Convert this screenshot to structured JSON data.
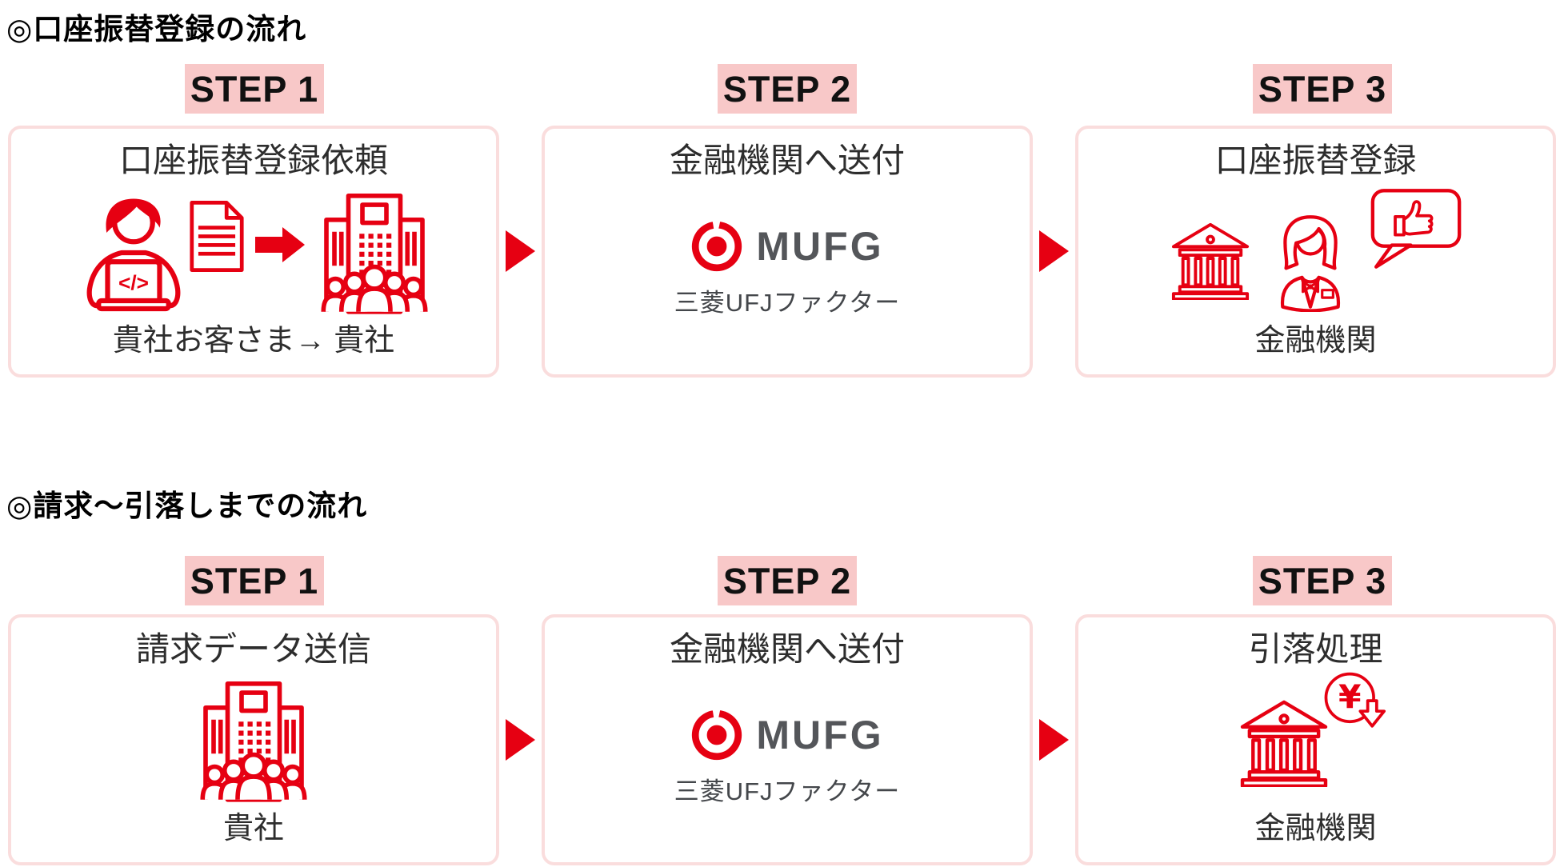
{
  "colors": {
    "icon_red": "#e60012",
    "step_highlight_pink": "#f8c8c8",
    "box_border_pink": "#fadddd",
    "mufg_wordmark_gray": "#54565a",
    "tagline_gray": "#44474b",
    "text_dark": "#2d2d2d",
    "heading_black": "#000000"
  },
  "sections": [
    {
      "title": "◎口座振替登録の流れ",
      "steps": [
        {
          "label": "STEP 1",
          "title": "口座振替登録依頼",
          "caption": "貴社お客さま→ 貴社",
          "laptop_code": "</>",
          "icons": [
            "person-laptop-icon",
            "document-icon",
            "red-arrow-icon",
            "company-building-icon"
          ]
        },
        {
          "label": "STEP 2",
          "title": "金融機関へ送付",
          "logo": {
            "wordmark": "MUFG",
            "tagline": "三菱UFJファクター"
          },
          "icons": [
            "mufg-logo-icon"
          ]
        },
        {
          "label": "STEP 3",
          "title": "口座振替登録",
          "caption": "金融機関",
          "icons": [
            "bank-icon",
            "clerk-icon",
            "thumbs-up-bubble-icon"
          ]
        }
      ]
    },
    {
      "title": "◎請求～引落しまでの流れ",
      "steps": [
        {
          "label": "STEP 1",
          "title": "請求データ送信",
          "caption": "貴社",
          "icons": [
            "company-building-icon"
          ]
        },
        {
          "label": "STEP 2",
          "title": "金融機関へ送付",
          "logo": {
            "wordmark": "MUFG",
            "tagline": "三菱UFJファクター"
          },
          "icons": [
            "mufg-logo-icon"
          ]
        },
        {
          "label": "STEP 3",
          "title": "引落処理",
          "caption": "金融機関",
          "yen_symbol": "¥",
          "icons": [
            "bank-icon",
            "yen-withdraw-icon"
          ]
        }
      ]
    }
  ]
}
